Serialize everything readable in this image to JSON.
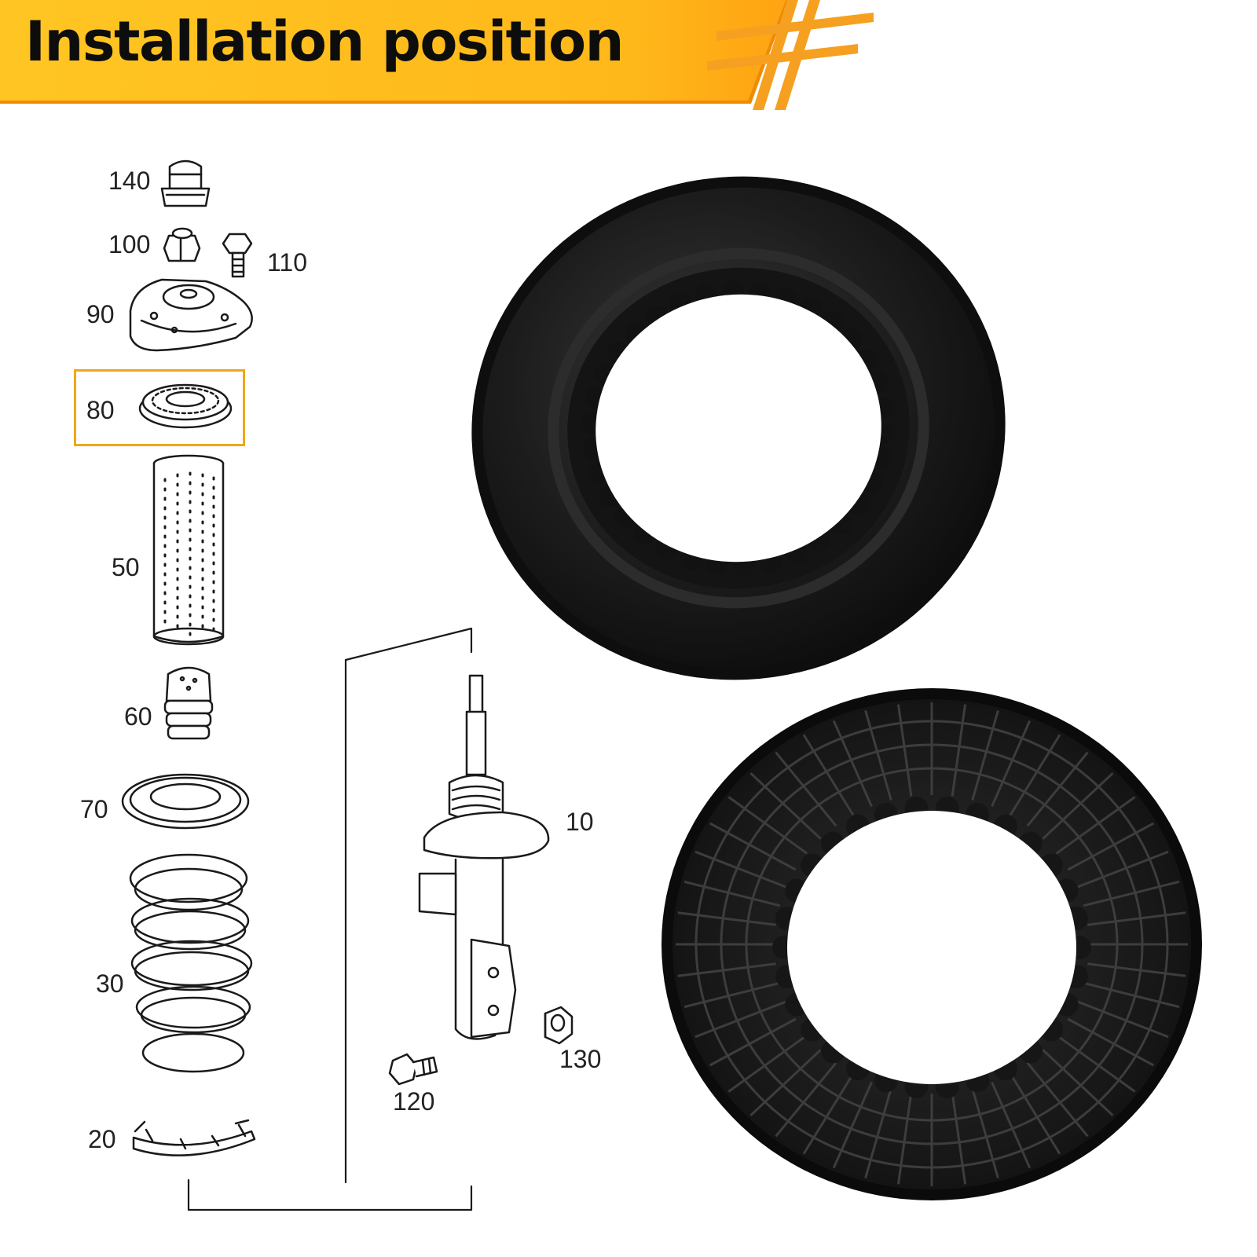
{
  "banner": {
    "title": "Installation position",
    "colors": {
      "fill": "#ffbb1c",
      "edge": "#f08a00",
      "text": "#0d0d0d"
    }
  },
  "diagram": {
    "highlight_color": "#f2a51c",
    "highlighted_part": "80",
    "labels": {
      "p140": "140",
      "p100": "100",
      "p110": "110",
      "p90": "90",
      "p80": "80",
      "p50": "50",
      "p60": "60",
      "p70": "70",
      "p30": "30",
      "p20": "20",
      "p10": "10",
      "p120": "120",
      "p130": "130"
    }
  },
  "photos": {
    "top": "strut-bearing-ring-top-view",
    "bottom": "strut-bearing-ring-underside-ribbed"
  }
}
